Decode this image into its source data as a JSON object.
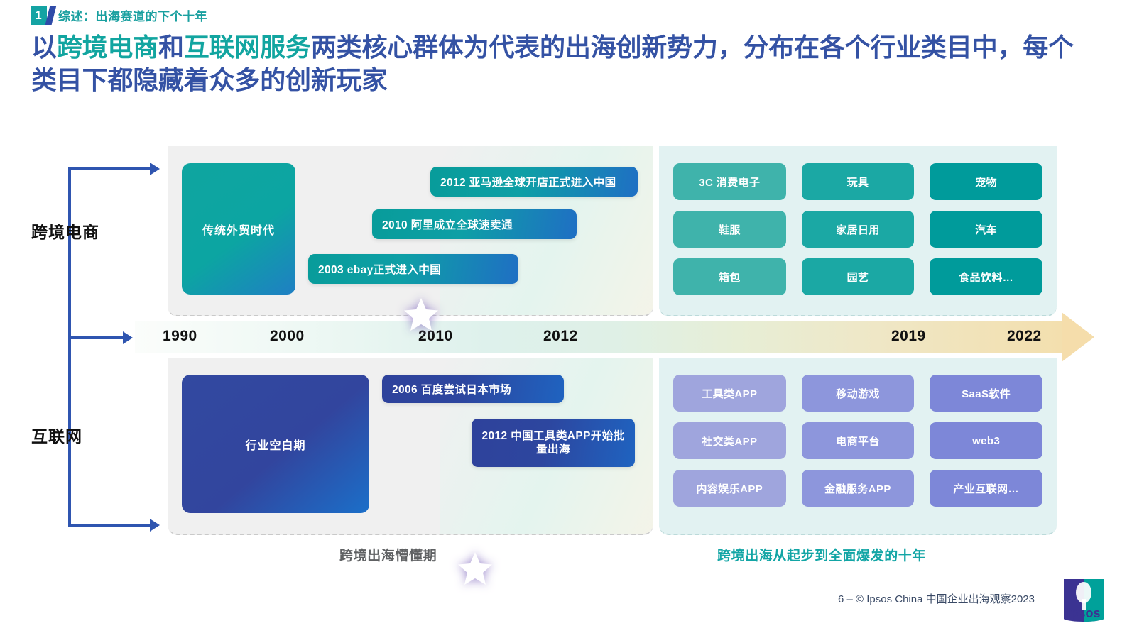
{
  "header": {
    "badge_number": "1",
    "section_title": "综述：出海赛道的下个十年"
  },
  "main_title": {
    "seg1": "以",
    "highlight1": "跨境电商",
    "seg2": "和",
    "highlight2": "互联网服务",
    "seg3": "两类核心群体为代表的出海创新势力，分布在各个行业类目中，每个类目下都隐藏着众多的创新玩家",
    "accent_color": "#12a5a0",
    "base_color": "#3452a4"
  },
  "rails": {
    "label_top": "跨境电商",
    "label_bottom": "互联网",
    "line_color": "#2f55b0"
  },
  "timeline": {
    "years": [
      "1990",
      "2000",
      "2010",
      "2012",
      "2019",
      "2022"
    ],
    "start_color": "#fbfdfb",
    "end_color": "#f3dfae"
  },
  "ecommerce": {
    "era_block_label": "传统外贸时代",
    "events": [
      {
        "label": "2012 亚马逊全球开店正式进入中国",
        "starred": true
      },
      {
        "label": "2010 阿里成立全球速卖通",
        "starred": false
      },
      {
        "label": "2003 ebay正式进入中国",
        "starred": false
      }
    ],
    "categories": [
      {
        "label": "3C 消费电子",
        "color": "#3fb3ab"
      },
      {
        "label": "玩具",
        "color": "#1ba8a4"
      },
      {
        "label": "宠物",
        "color": "#009b9b"
      },
      {
        "label": "鞋服",
        "color": "#3fb3ab"
      },
      {
        "label": "家居日用",
        "color": "#1ba8a4"
      },
      {
        "label": "汽车",
        "color": "#009b9b"
      },
      {
        "label": "箱包",
        "color": "#3fb3ab"
      },
      {
        "label": "园艺",
        "color": "#1ba8a4"
      },
      {
        "label": "食品饮料…",
        "color": "#009b9b"
      }
    ]
  },
  "internet": {
    "era_block_label": "行业空白期",
    "events": [
      {
        "label": "2006 百度尝试日本市场",
        "starred": false
      },
      {
        "label": "2012 中国工具类APP开始批量出海",
        "starred": true
      }
    ],
    "categories": [
      {
        "label": "工具类APP",
        "color": "#9fa5dd"
      },
      {
        "label": "移动游戏",
        "color": "#8d96dc"
      },
      {
        "label": "SaaS软件",
        "color": "#7d87d8"
      },
      {
        "label": "社交类APP",
        "color": "#9fa5dd"
      },
      {
        "label": "电商平台",
        "color": "#8d96dc"
      },
      {
        "label": "web3",
        "color": "#7d87d8"
      },
      {
        "label": "内容娱乐APP",
        "color": "#9fa5dd"
      },
      {
        "label": "金融服务APP",
        "color": "#8d96dc"
      },
      {
        "label": "产业互联网…",
        "color": "#7d87d8"
      }
    ]
  },
  "captions": {
    "left": "跨境出海懵懂期",
    "right": "跨境出海从起步到全面爆发的十年"
  },
  "footer": {
    "text": "6 – © Ipsos China 中国企业出海观察2023",
    "logo_name": "Ipsos"
  }
}
